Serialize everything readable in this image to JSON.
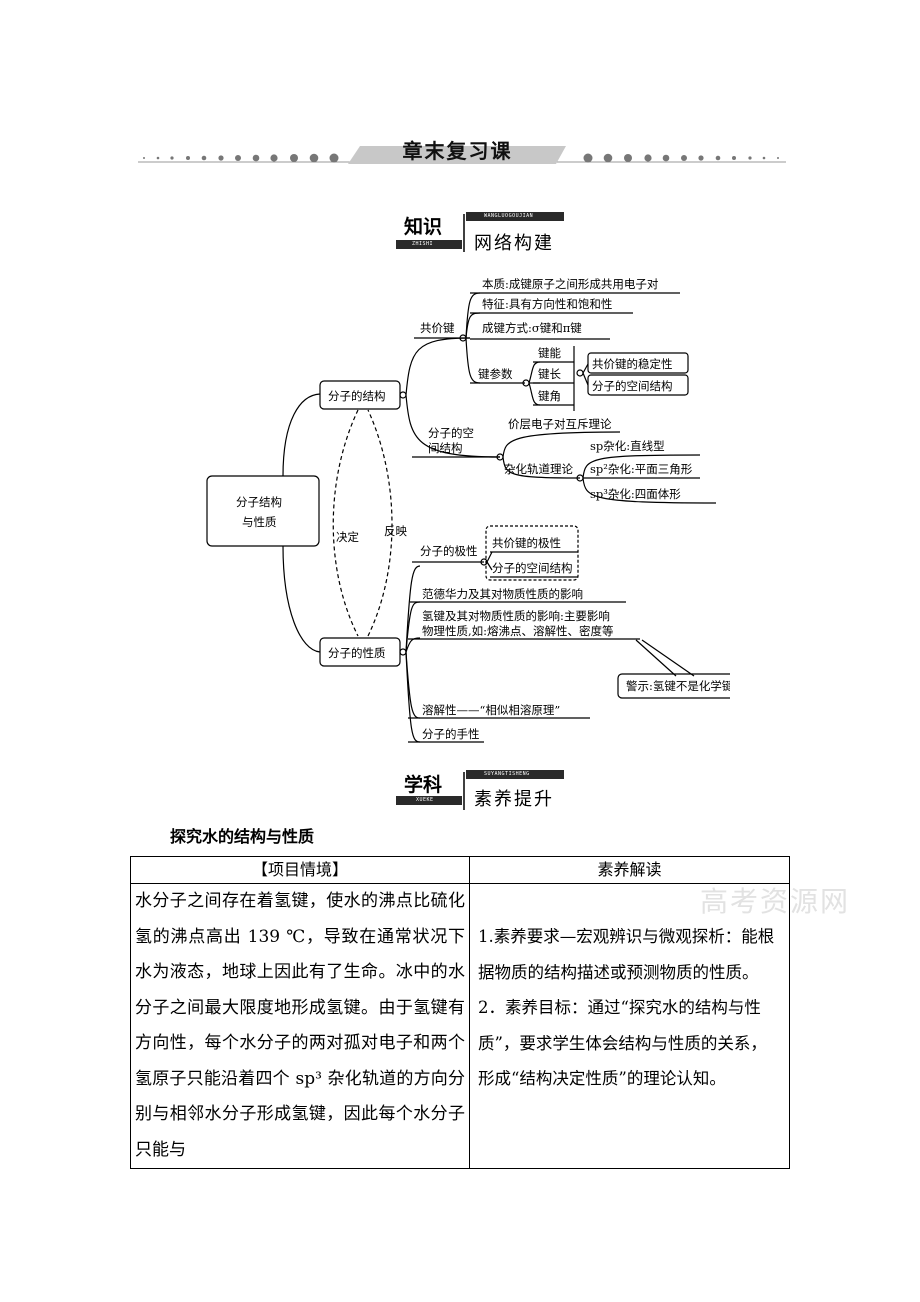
{
  "chapter_title": "章末复习课",
  "section1": {
    "main": "知识",
    "sub": "网络构建",
    "tiny_top": "WANGLUOGOUJIAN",
    "tiny_left": "ZHISHI"
  },
  "section2": {
    "main": "学科",
    "sub": "素养提升",
    "tiny_top": "SUYANGTISHENG",
    "tiny_left": "XUEKE"
  },
  "mindmap": {
    "root": [
      "分子结构",
      "与性质"
    ],
    "structure": "分子的结构",
    "property": "分子的性质",
    "decide": "决定",
    "reflect": "反映",
    "covalent": "共价键",
    "essence": "本质:成键原子之间形成共用电子对",
    "feature": "特征:具有方向性和饱和性",
    "bond_mode": "成键方式:σ键和π键",
    "bond_params": "键参数",
    "bond_energy": "键能",
    "bond_length": "键长",
    "bond_angle": "键角",
    "stability": "共价键的稳定性",
    "spatial_struct": "分子的空间结构",
    "spatial": [
      "分子的空",
      "间结构"
    ],
    "vsepr": "价层电子对互斥理论",
    "hybrid": "杂化轨道理论",
    "sp": "sp杂化:直线型",
    "sp2": "sp²杂化:平面三角形",
    "sp3": "sp³杂化:四面体形",
    "polarity": "分子的极性",
    "pol_bond": "共价键的极性",
    "pol_struct": "分子的空间结构",
    "vdw": "范德华力及其对物质性质的影响",
    "hbond": [
      "氢键及其对物质性质的影响:主要影响",
      "物理性质,如:熔沸点、溶解性、密度等"
    ],
    "warning": "警示:氢键不是化学键",
    "solubility": "溶解性——“相似相溶原理”",
    "chirality": "分子的手性"
  },
  "subtitle": "探究水的结构与性质",
  "table": {
    "head_left": "【项目情境】",
    "head_right": "素养解读",
    "left_text": "水分子之间存在着氢键，使水的沸点比硫化氢的沸点高出 139 ℃，导致在通常状况下水为液态，地球上因此有了生命。冰中的水分子之间最大限度地形成氢键。由于氢键有方向性，每个水分子的两对孤对电子和两个氢原子只能沿着四个 sp³ 杂化轨道的方向分别与相邻水分子形成氢键，因此每个水分子只能与",
    "right_p1": "1.素养要求—宏观辨识与微观探析：能根据物质的结构描述或预测物质的性质。",
    "right_p2": "2．素养目标：通过“探究水的结构与性质”，要求学生体会结构与性质的关系，形成“结构决定性质”的理论认知。"
  },
  "watermark": "高考资源网"
}
